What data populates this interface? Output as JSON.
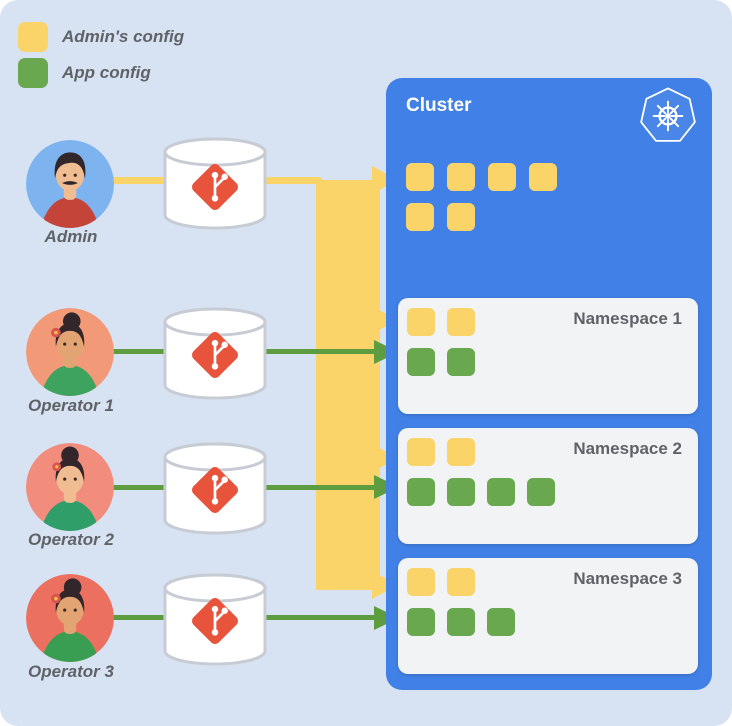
{
  "palette": {
    "bg": "#d7e3f3",
    "cluster-blue": "#4180e6",
    "yellow": "#fad469",
    "green": "#6aa84f",
    "arrow-green": "#5d9c3f",
    "panel": "#f1f3f4",
    "text-gray": "#5f6368",
    "git-red": "#e8533c",
    "avatar-admin": "#7db4f0",
    "avatar-op1": "#f29a78",
    "avatar-op2": "#f28c7c",
    "avatar-op3": "#ec7060"
  },
  "legend": {
    "items": [
      {
        "label": "Admin's config",
        "color": "yellow"
      },
      {
        "label": "App config",
        "color": "green"
      }
    ]
  },
  "actors": [
    {
      "label": "Admin",
      "flow": "admin-config",
      "flow_color": "yellow"
    },
    {
      "label": "Operator 1",
      "flow": "app-config",
      "flow_color": "green"
    },
    {
      "label": "Operator 2",
      "flow": "app-config",
      "flow_color": "green"
    },
    {
      "label": "Operator 3",
      "flow": "app-config",
      "flow_color": "green"
    }
  ],
  "repos": {
    "icon": "git-repository-icon",
    "count": 4
  },
  "cluster": {
    "title": "Cluster",
    "icon": "kubernetes-icon",
    "config_rows": [
      4,
      2
    ]
  },
  "namespaces": [
    {
      "label": "Namespace 1",
      "admin_configs": 2,
      "app_configs": 2
    },
    {
      "label": "Namespace 2",
      "admin_configs": 2,
      "app_configs": 4
    },
    {
      "label": "Namespace 3",
      "admin_configs": 2,
      "app_configs": 3
    }
  ]
}
